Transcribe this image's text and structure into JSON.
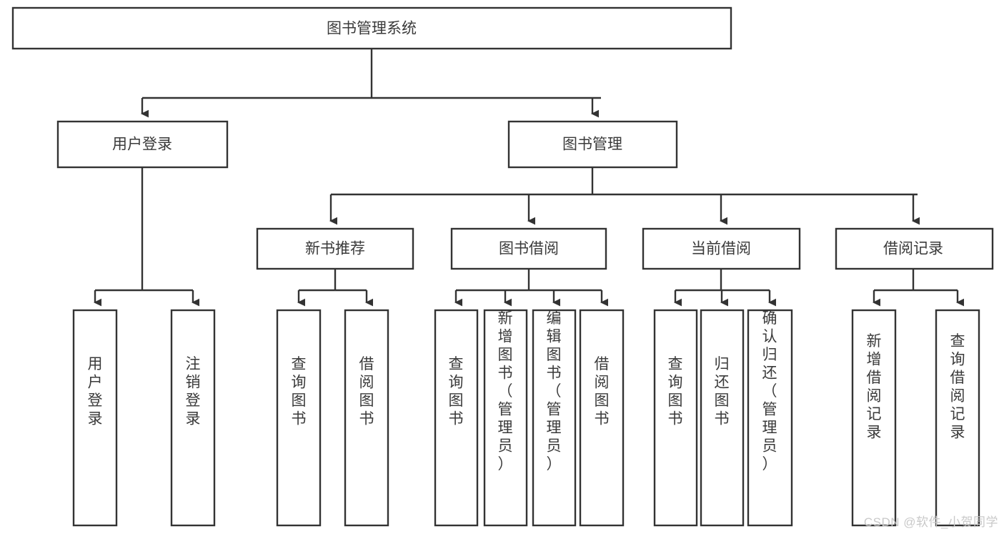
{
  "diagram": {
    "type": "tree-hierarchy",
    "title": "图书管理系统",
    "watermark": "CSDN @软件_小贺同学",
    "colors": {
      "background": "#ffffff",
      "box_stroke": "#333333",
      "box_fill": "#ffffff",
      "text": "#3a3a3a",
      "connector": "#333333",
      "watermark": "#c9c9c9"
    },
    "levels": [
      {
        "level": 1,
        "nodes": [
          {
            "id": "root",
            "label": "图书管理系统",
            "orientation": "horizontal"
          }
        ]
      },
      {
        "level": 2,
        "nodes": [
          {
            "id": "user-login",
            "label": "用户登录",
            "orientation": "horizontal",
            "parent": "root"
          },
          {
            "id": "book-manage",
            "label": "图书管理",
            "orientation": "horizontal",
            "parent": "root"
          }
        ]
      },
      {
        "level": 3,
        "nodes": [
          {
            "id": "new-book-rec",
            "label": "新书推荐",
            "orientation": "horizontal",
            "parent": "book-manage"
          },
          {
            "id": "book-borrow",
            "label": "图书借阅",
            "orientation": "horizontal",
            "parent": "book-manage"
          },
          {
            "id": "current-borrow",
            "label": "当前借阅",
            "orientation": "horizontal",
            "parent": "book-manage"
          },
          {
            "id": "borrow-record",
            "label": "借阅记录",
            "orientation": "horizontal",
            "parent": "book-manage"
          }
        ]
      },
      {
        "level": 4,
        "nodes": [
          {
            "id": "leaf-user-login",
            "label": "用户登录",
            "orientation": "vertical",
            "parent": "user-login"
          },
          {
            "id": "leaf-logout-login",
            "label": "注销登录",
            "orientation": "vertical",
            "parent": "user-login"
          },
          {
            "id": "leaf-query-book-1",
            "label": "查询图书",
            "orientation": "vertical",
            "parent": "new-book-rec"
          },
          {
            "id": "leaf-borrow-book-1",
            "label": "借阅图书",
            "orientation": "vertical",
            "parent": "new-book-rec"
          },
          {
            "id": "leaf-query-book-2",
            "label": "查询图书",
            "orientation": "vertical",
            "parent": "book-borrow"
          },
          {
            "id": "leaf-add-book",
            "label": "新增图书（管理员）",
            "orientation": "vertical",
            "parent": "book-borrow"
          },
          {
            "id": "leaf-edit-book",
            "label": "编辑图书（管理员）",
            "orientation": "vertical",
            "parent": "book-borrow"
          },
          {
            "id": "leaf-borrow-book-2",
            "label": "借阅图书",
            "orientation": "vertical",
            "parent": "book-borrow"
          },
          {
            "id": "leaf-query-book-3",
            "label": "查询图书",
            "orientation": "vertical",
            "parent": "current-borrow"
          },
          {
            "id": "leaf-return-book",
            "label": "归还图书",
            "orientation": "vertical",
            "parent": "current-borrow"
          },
          {
            "id": "leaf-confirm-return",
            "label": "确认归还（管理员）",
            "orientation": "vertical",
            "parent": "current-borrow"
          },
          {
            "id": "leaf-add-record",
            "label": "新增借阅记录",
            "orientation": "vertical",
            "parent": "borrow-record"
          },
          {
            "id": "leaf-query-record",
            "label": "查询借阅记录",
            "orientation": "vertical",
            "parent": "borrow-record"
          }
        ]
      }
    ]
  }
}
